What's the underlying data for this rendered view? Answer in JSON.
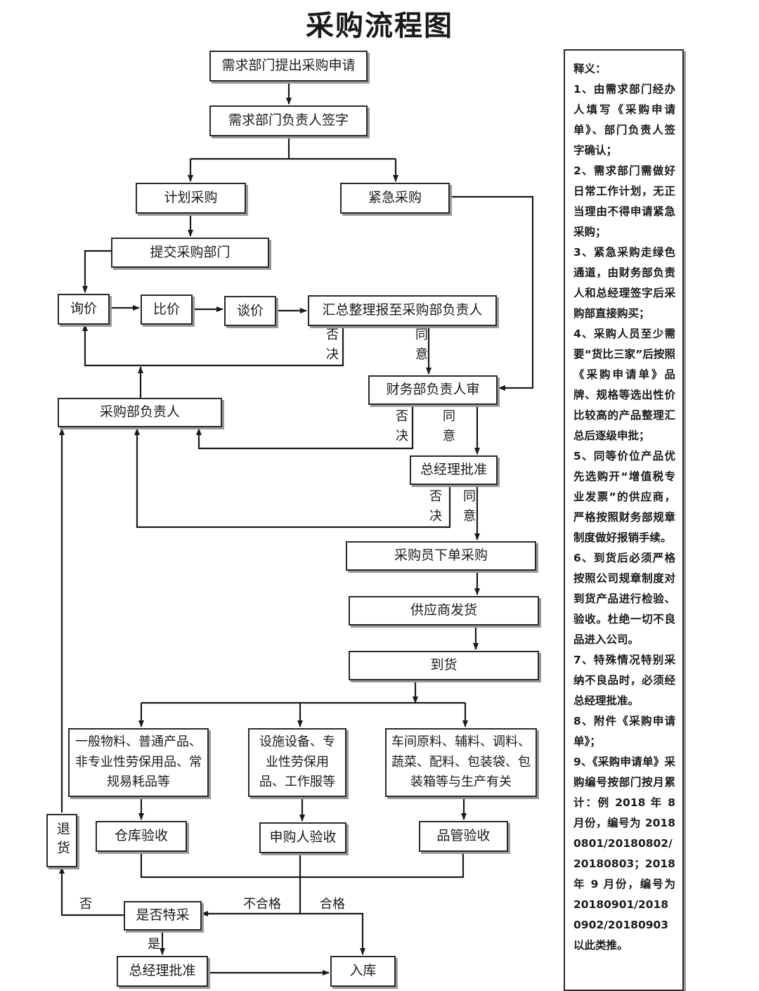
{
  "title": "采购流程图",
  "nodes": {
    "request": "需求部门提出采购申请",
    "dept_sign": "需求部门负责人签字",
    "planned": "计划采购",
    "urgent": "紧急采购",
    "submit": "提交采购部门",
    "inquiry": "询价",
    "compare": "比价",
    "negotiate": "谈价",
    "summary": "汇总整理报至采购部负责人",
    "purchasing_head": "采购部负责人",
    "finance_review": "财务部负责人审",
    "gm_approve": "总经理批准",
    "place_order": "采购员下单采购",
    "supplier_ship": "供应商发货",
    "arrival": "到货",
    "cat_general": "一般物料、普通产品、非专业性劳保用品、常规易耗品等",
    "cat_equipment": "设施设备、专业性劳保用品、工作服等",
    "cat_production": "车间原料、辅料、调料、蔬菜、配料、包装袋、包装箱等与生产有关",
    "warehouse_check": "仓库验收",
    "requester_check": "申购人验收",
    "qc_check": "品管验收",
    "return_goods": "退货",
    "special_purchase": "是否特采",
    "gm_approve_bottom": "总经理批准",
    "stock_in": "入库"
  },
  "labels": {
    "reject": "否决",
    "agree": "同意",
    "no": "否",
    "yes": "是",
    "fail": "不合格",
    "pass": "合格"
  },
  "notes": {
    "heading": "释义：",
    "items": [
      "1、由需求部门经办人填写《采购申请单》、部门负责人签字确认；",
      "2、需求部门需做好日常工作计划，无正当理由不得申请紧急采购；",
      "3、紧急采购走绿色通道，由财务部负责人和总经理签字后采购部直接购买；",
      "4、采购人员至少需要“货比三家”后按照《采购申请单》品牌、规格等选出性价比较高的产品整理汇总后逐级申批；",
      "5、同等价位产品优先选购开“增值税专业发票”的供应商，严格按照财务部规章制度做好报销手续。",
      "6、到货后必须严格按照公司规章制度对到货产品进行检验、验收。杜绝一切不良品进入公司。",
      "7、特殊情况特别采纳不良品时，必须经总经理批准。",
      "8、附件《采购申请单》；",
      "9、《采购申请单》采购编号按部门按月累计：例 2018 年 8 月份，编号为 20180801/20180802/20180803；2018 年 9 月份，编号为 20180901/20180902/20180903 以此类推。"
    ]
  }
}
